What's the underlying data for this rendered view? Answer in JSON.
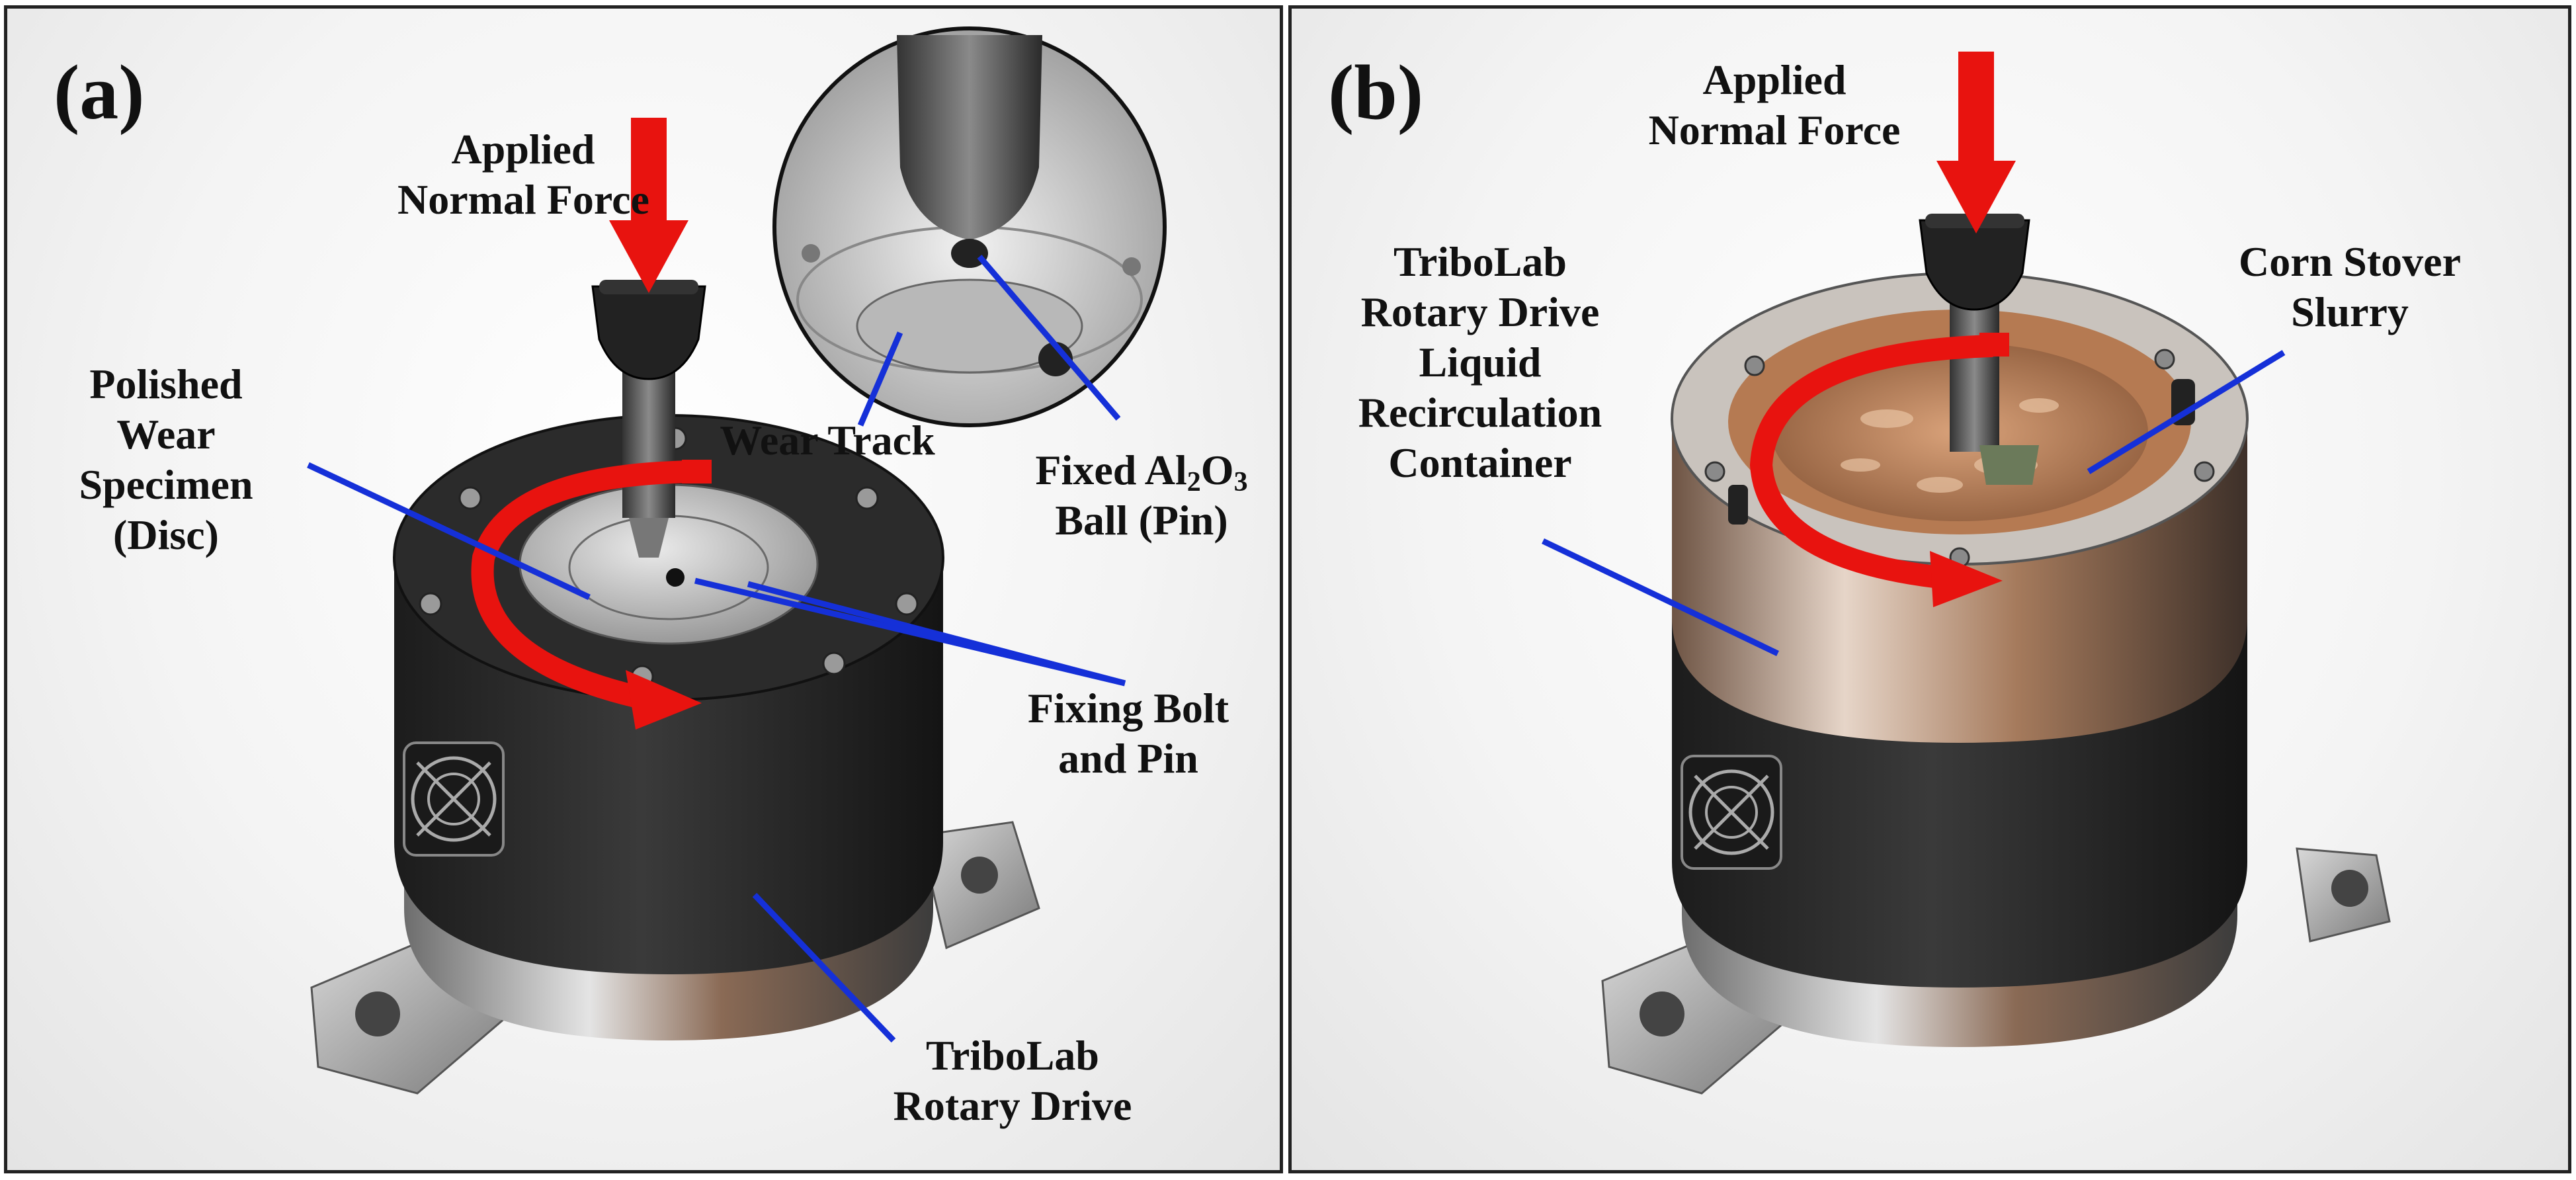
{
  "panel_a": {
    "letter": "(a)",
    "applied_force": [
      "Applied",
      "Normal Force"
    ],
    "polished_specimen": [
      "Polished",
      "Wear",
      "Specimen",
      "(Disc)"
    ],
    "wear_track": "Wear Track",
    "fixed_ball_line1_pre": "Fixed Al",
    "fixed_ball_sub1": "2",
    "fixed_ball_mid": "O",
    "fixed_ball_sub2": "3",
    "fixed_ball_line2": "Ball (Pin)",
    "fixing_bolt": [
      "Fixing Bolt",
      "and Pin"
    ],
    "rotary_drive": [
      "TriboLab",
      "Rotary Drive"
    ]
  },
  "panel_b": {
    "letter": "(b)",
    "applied_force": [
      "Applied",
      "Normal Force"
    ],
    "container": [
      "TriboLab",
      "Rotary Drive",
      "Liquid",
      "Recirculation",
      "Container"
    ],
    "slurry": [
      "Corn Stover",
      "Slurry"
    ]
  },
  "colors": {
    "force_arrow": "#e8130f",
    "pointer": "#1530d8",
    "housing_dark": "#2a2a2a",
    "metal": "#b9b9b9",
    "copper": "#c98a5a"
  },
  "icons": [
    "fan-grille-icon",
    "applied-force-arrow",
    "rotation-arrow"
  ]
}
